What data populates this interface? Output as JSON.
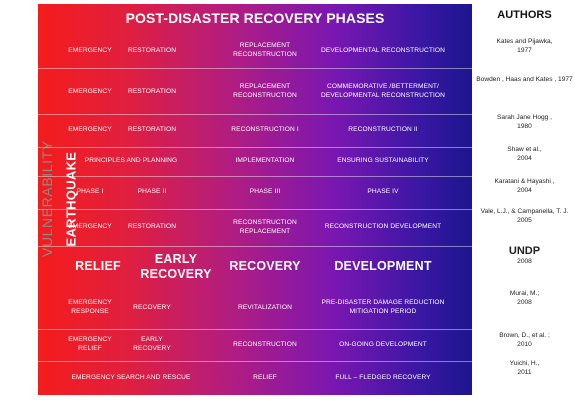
{
  "diagram": {
    "title": "POST-DISASTER RECOVERY PHASES",
    "side_label": "VULNERABILITY",
    "hazard_label": "EARTHQUAKE",
    "authors_header": "AUTHORS",
    "rows": [
      {
        "cells": [
          "EMERGENCY",
          "RESTORATION",
          "REPLACEMENT RECONSTRUCTION",
          "DEVELOPMENTAL RECONSTRUCTION"
        ],
        "author": "Kates and Pijawka,",
        "year": "1977"
      },
      {
        "cells": [
          "EMERGENCY",
          "RESTORATION",
          "REPLACEMENT RECONSTRUCTION",
          "COMMEMORATIVE /BETTERMENT/ DEVELOPMENTAL RECONSTRUCTION"
        ],
        "author": "Bowden , Haas and Kates , 1977",
        "year": ""
      },
      {
        "cells": [
          "EMERGENCY",
          "RESTORATION",
          "RECONSTRUCTION I",
          "RECONSTRUCTION II"
        ],
        "author": "Sarah Jane Hogg ,",
        "year": "1980"
      },
      {
        "cells": [
          "PRINCIPLES AND PLANNING",
          "",
          "IMPLEMENTATION",
          "ENSURING SUSTAINABILITY"
        ],
        "author": "Shaw et al.,",
        "year": "2004"
      },
      {
        "cells": [
          "PHASE I",
          "PHASE II",
          "PHASE III",
          "PHASE IV"
        ],
        "author": "Karatani & Hayashi ,",
        "year": "2004"
      },
      {
        "cells": [
          "EMERGENCY",
          "RESTORATION",
          "RECONSTRUCTION REPLACEMENT",
          "RECONSTRUCTION DEVELOPMENT"
        ],
        "author": "Vale, L.J., & Campanella, T. J. 2005",
        "year": ""
      },
      {
        "cells": [
          "RELIEF",
          "EARLY RECOVERY",
          "RECOVERY",
          "DEVELOPMENT"
        ],
        "author": "UNDP",
        "year": "2008",
        "emphasis": true
      },
      {
        "cells": [
          "EMERGENCY RESPONSE",
          "RECOVERY",
          "REVITALIZATION",
          "PRE-DISASTER DAMAGE REDUCTION MITIGATION PERIOD"
        ],
        "author": "Murai,  M.;",
        "year": "2008"
      },
      {
        "cells": [
          "EMERGENCY RELIEF",
          "EARLY RECOVERY",
          "RECONSTRUCTION",
          "ON-GOING DEVELOPMENT"
        ],
        "author": "Brown, D., et al. ;",
        "year": "2010"
      },
      {
        "cells": [
          "EMERGENCY SEARCH AND RESCUE",
          "",
          "RELIEF",
          "FULL – FLEDGED  RECOVERY"
        ],
        "author": "Yuichi, H.,",
        "year": "2011"
      }
    ]
  }
}
